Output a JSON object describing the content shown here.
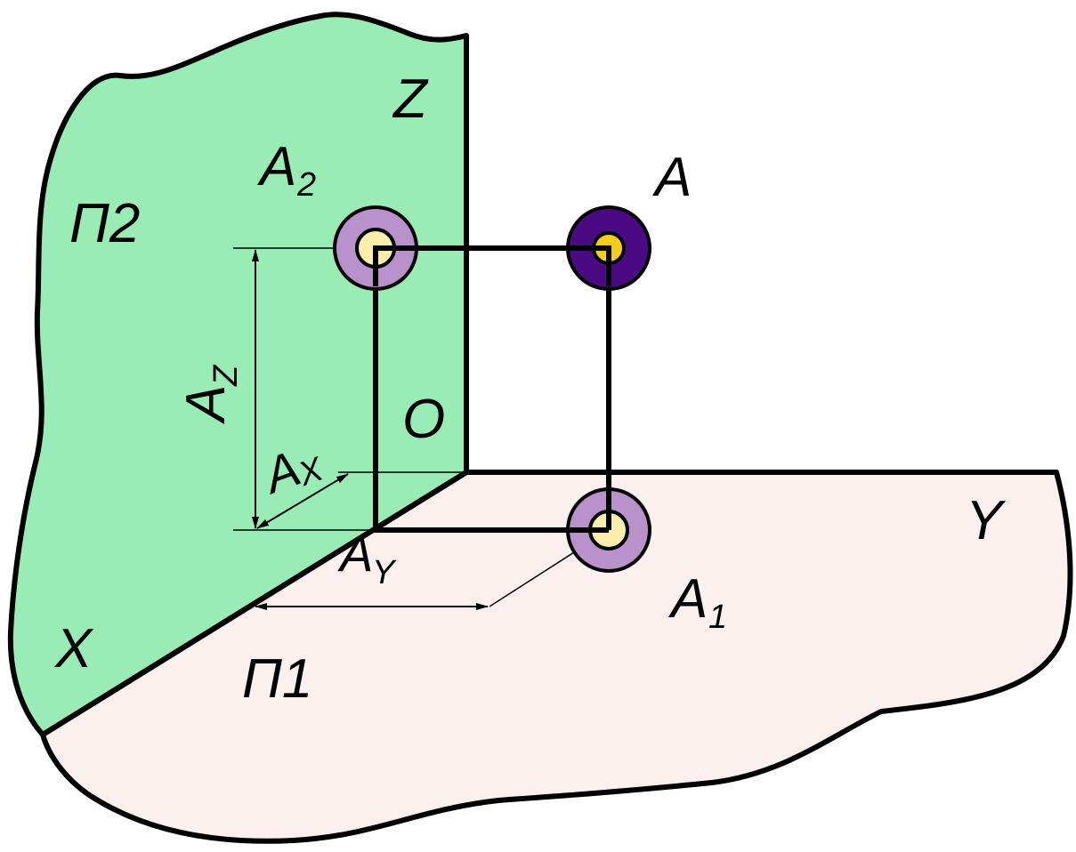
{
  "colors": {
    "frontal_plane": "#98ecb4",
    "horizontal_plane": "#fbf0ee",
    "point_space_outer": "#4a0a84",
    "point_space_inner": "#f5cf17",
    "projection_outer": "#b992cc",
    "projection_inner": "#faeeaa",
    "outline": "#000000"
  },
  "labels": {
    "plane_frontal": "П2",
    "plane_horizontal": "П1",
    "axis_x": "X",
    "axis_y": "Y",
    "axis_z": "Z",
    "origin": "O",
    "point": "A",
    "frontal_projection_letter": "A",
    "frontal_projection_index": "2",
    "horizontal_projection_letter": "A",
    "horizontal_projection_index": "1",
    "coord_z_letter": "A",
    "coord_z_index": "Z",
    "coord_x_letter": "A",
    "coord_x_index": "X",
    "coord_y_letter": "A",
    "coord_y_index": "Y"
  }
}
